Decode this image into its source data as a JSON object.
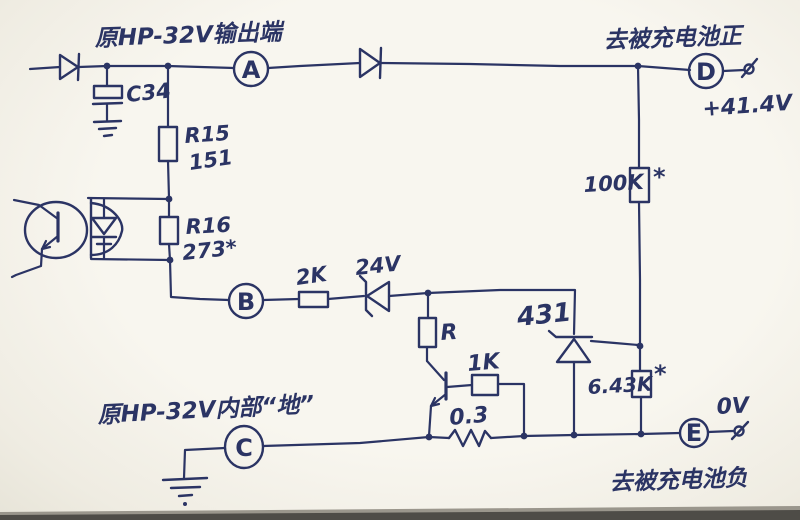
{
  "colors": {
    "ink": "#2b3464",
    "paper": "#f8f6ef",
    "scan_edge": "#4e4c47"
  },
  "labels": {
    "top_left_title": "原HP-32V输出端",
    "top_right_title": "去被充电池正",
    "bottom_left_title": "原HP-32V内部“地”",
    "bottom_right_title": "去被充电池负",
    "voltage_positive": "+41.4V",
    "voltage_zero": "0V"
  },
  "nodes": {
    "a": "A",
    "b": "B",
    "c": "C",
    "d": "D",
    "e": "E"
  },
  "components": {
    "c34": {
      "label": "C34"
    },
    "r15": {
      "name": "R15",
      "value": "151"
    },
    "r16": {
      "name": "R16",
      "value": "273*"
    },
    "r2k": {
      "label": "2K"
    },
    "zener24": {
      "label": "24V"
    },
    "r_collector": {
      "label": "R"
    },
    "r1k": {
      "label": "1K"
    },
    "r03": {
      "label": "0.3"
    },
    "shunt431": {
      "label": "431"
    },
    "r100k": {
      "label": "100K",
      "mark": "*"
    },
    "r643k": {
      "label": "6.43K",
      "mark": "*"
    }
  }
}
